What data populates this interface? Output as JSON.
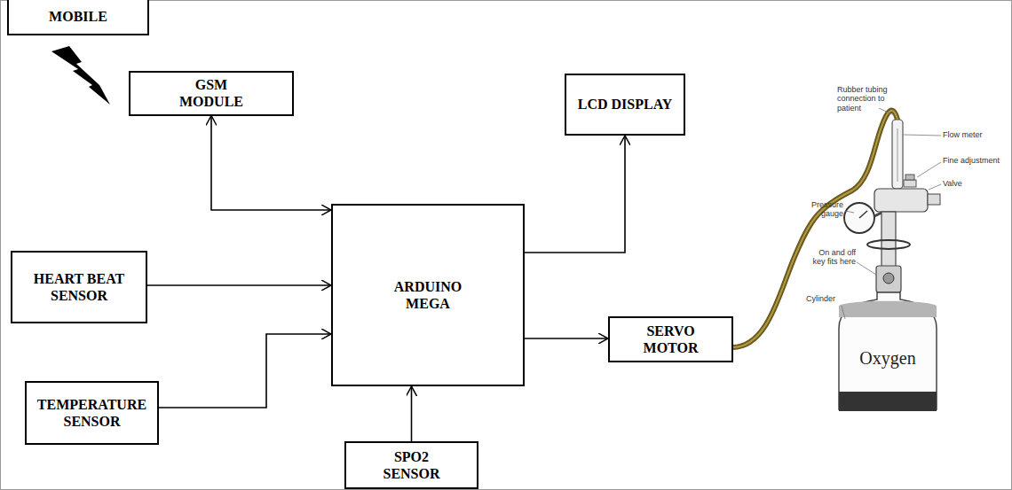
{
  "diagram": {
    "nodes": [
      {
        "text": [
          "MOBILE"
        ]
      },
      {
        "text": [
          "GSM MODULE"
        ]
      },
      {
        "text": [
          "LCD DISPLAY"
        ]
      },
      {
        "text": [
          "HEART BEAT SENSOR"
        ]
      },
      {
        "text": [
          "ARDUINO MEGA"
        ]
      },
      {
        "text": [
          "SERVO MOTOR"
        ]
      },
      {
        "text": [
          "TEMPERATURE SENSOR"
        ]
      },
      {
        "text": [
          "SPO2 SENSOR"
        ]
      }
    ],
    "edges": [
      {
        "from": 1,
        "to": 4,
        "arrow": "both"
      },
      {
        "from": 3,
        "to": 4,
        "arrow": "to"
      },
      {
        "from": 6,
        "to": 4,
        "arrow": "to"
      },
      {
        "from": 7,
        "to": 4,
        "arrow": "to"
      },
      {
        "from": 4,
        "to": 2,
        "arrow": "to"
      },
      {
        "from": 4,
        "to": 5,
        "arrow": "to"
      }
    ],
    "labels": [
      "Rubber tubing connection to patient",
      "Flow meter",
      "Fine adjustment",
      "Valve",
      "Pressure gauge",
      "On and off key fits here",
      "Cylinder",
      "Oxygen"
    ]
  }
}
